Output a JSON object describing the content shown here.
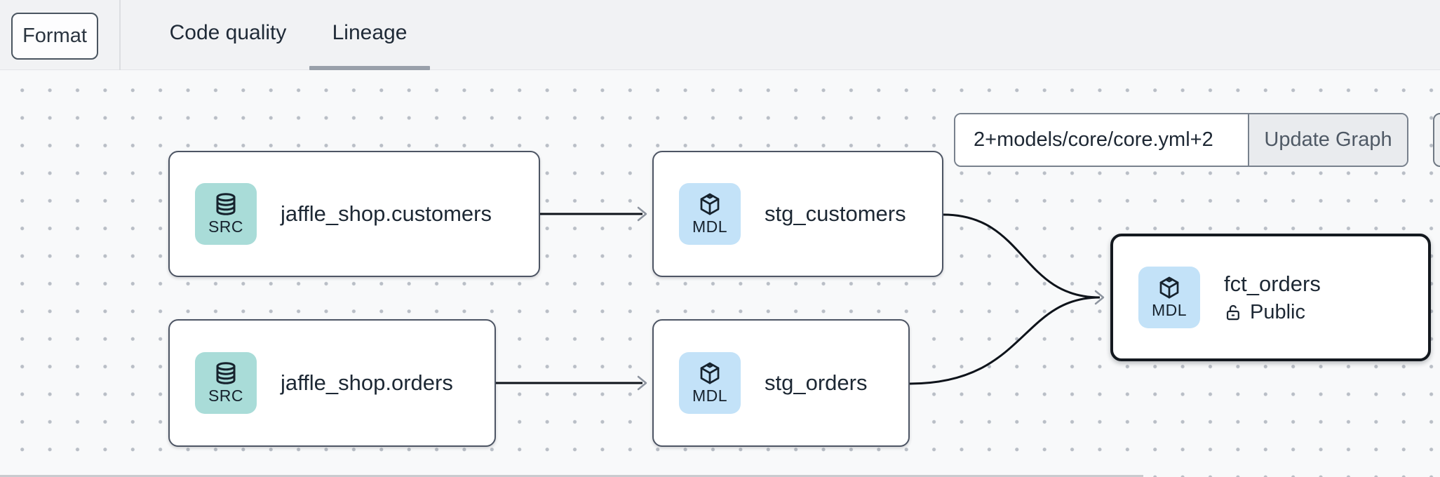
{
  "toolbar": {
    "format_label": "Format",
    "tabs": [
      {
        "label": "Code quality",
        "active": false
      },
      {
        "label": "Lineage",
        "active": true
      }
    ]
  },
  "lineage_controls": {
    "selector_value": "2+models/core/core.yml+2",
    "update_button_label": "Update Graph"
  },
  "graph": {
    "nodes": [
      {
        "label": "jaffle_shop.customers",
        "type": "SRC",
        "icon": "database-icon",
        "selected": false
      },
      {
        "label": "stg_customers",
        "type": "MDL",
        "icon": "cube-icon",
        "selected": false
      },
      {
        "label": "jaffle_shop.orders",
        "type": "SRC",
        "icon": "database-icon",
        "selected": false
      },
      {
        "label": "stg_orders",
        "type": "MDL",
        "icon": "cube-icon",
        "selected": false
      },
      {
        "label": "fct_orders",
        "type": "MDL",
        "icon": "cube-icon",
        "access": "Public",
        "selected": true
      }
    ],
    "edges": [
      {
        "from": "jaffle_shop.customers",
        "to": "stg_customers"
      },
      {
        "from": "jaffle_shop.orders",
        "to": "stg_orders"
      },
      {
        "from": "stg_customers",
        "to": "fct_orders"
      },
      {
        "from": "stg_orders",
        "to": "fct_orders"
      }
    ]
  },
  "colors": {
    "source_badge_bg": "#a9dcd8",
    "model_badge_bg": "#c3e2f8",
    "node_border": "#4d5564",
    "selected_node_border": "#14191f",
    "edge": "#0e131a",
    "tab_underline": "#99a0aa",
    "topbar_bg": "#f1f2f4",
    "canvas_bg": "#f8f9fa"
  }
}
